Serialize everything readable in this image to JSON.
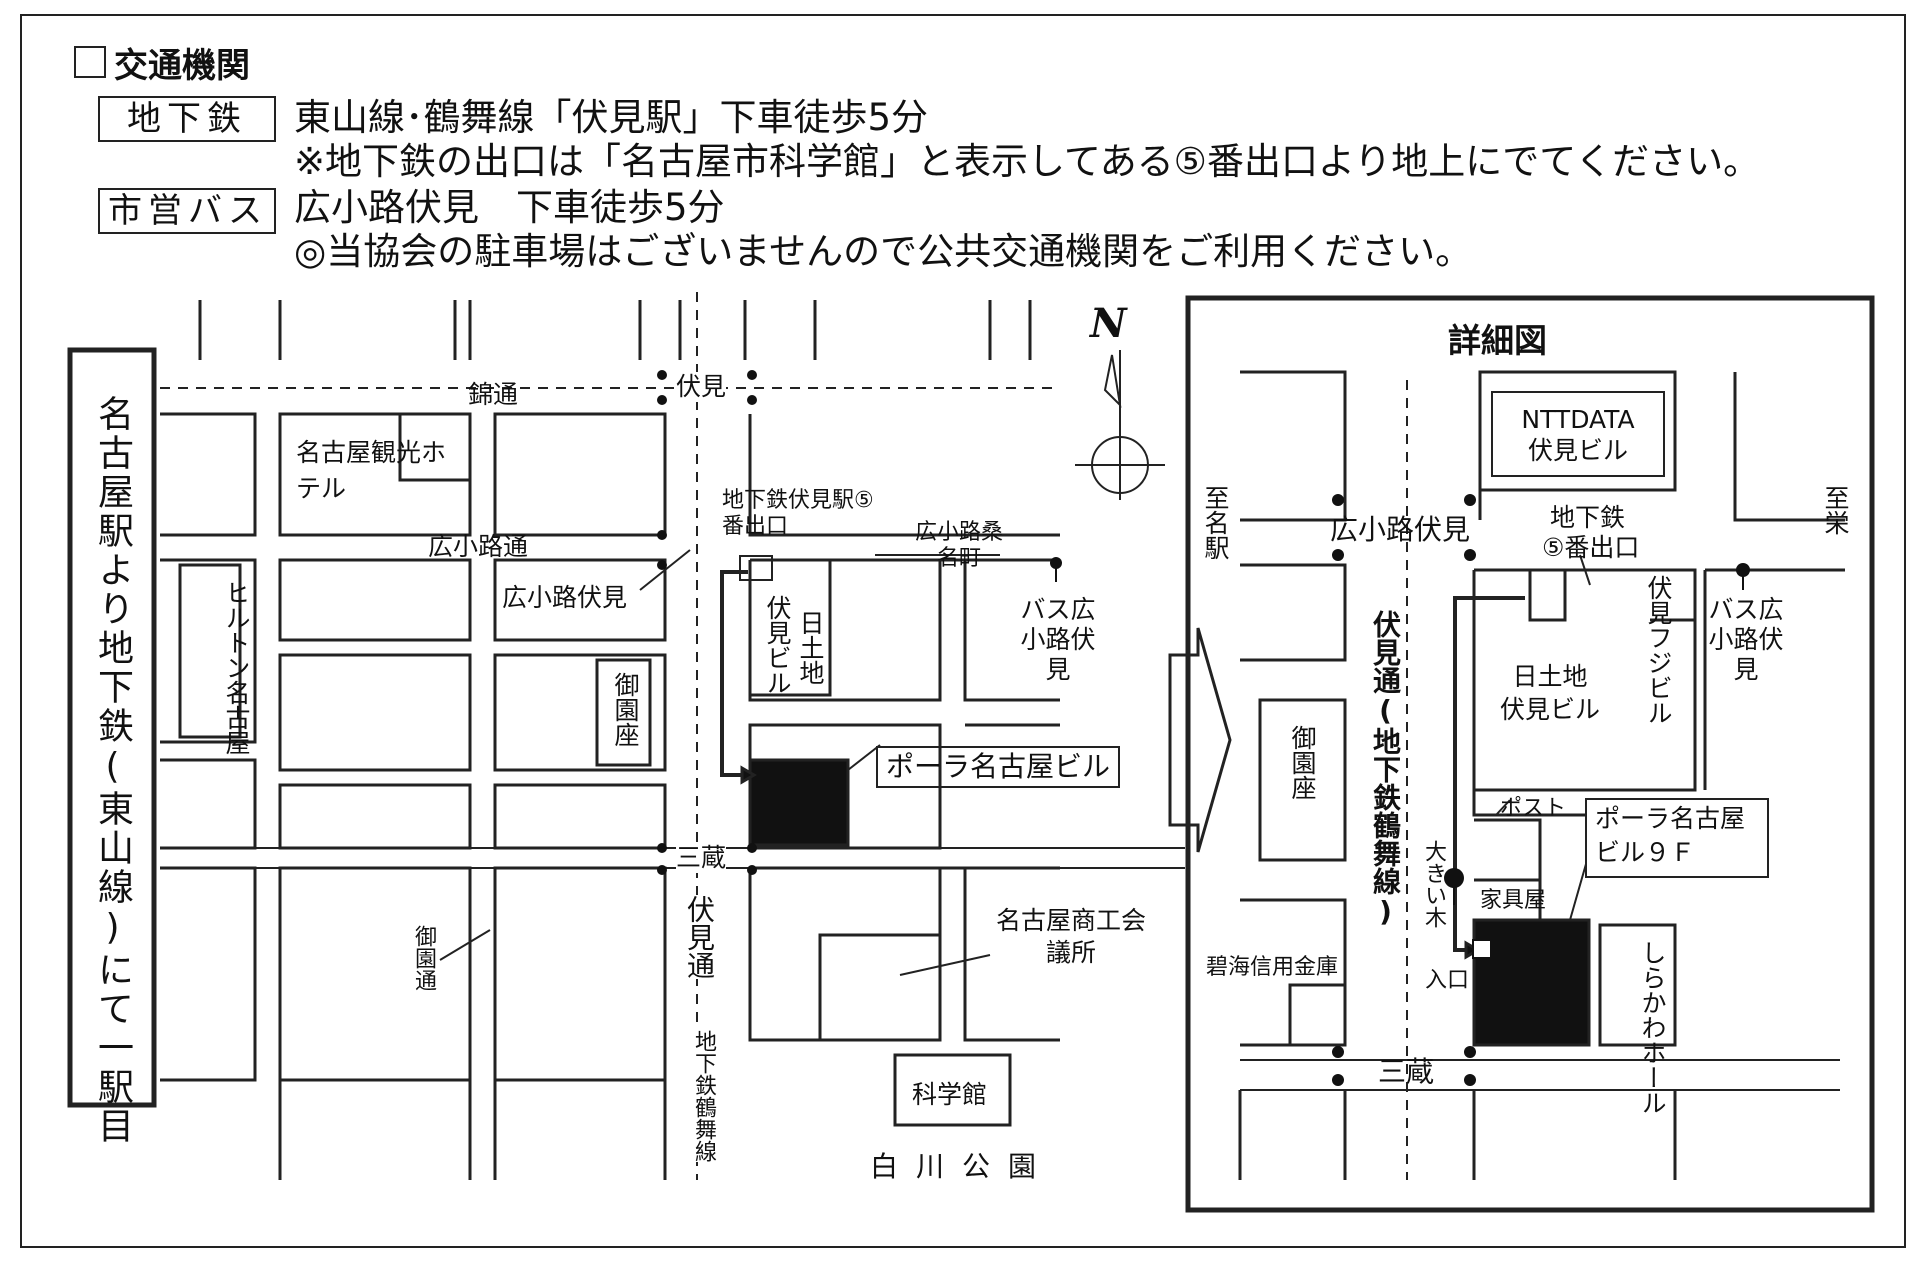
{
  "header": {
    "title": "交通機関",
    "subway_tag": "地下鉄",
    "subway_line": "東山線･鶴舞線「伏見駅」下車徒歩5分",
    "subway_note": "※地下鉄の出口は「名古屋市科学館」と表示してある⑤番出口より地上にでてください。",
    "bus_tag": "市営バス",
    "bus_line": "広小路伏見　下車徒歩5分",
    "parking_note": "◎当協会の駐車場はございませんので公共交通機関をご利用ください。"
  },
  "overview_map": {
    "station_banner": "名古屋駅より地下鉄(東山線)にて一駅目",
    "north_label": "N",
    "labels": {
      "nishiki": "錦通",
      "fushimi_top": "伏見",
      "kanko_hotel": "名古屋観光ホテル",
      "hirokoji_dori": "広小路通",
      "hirokoji_fushimi": "広小路伏見",
      "hilton": "ヒルトン名古屋",
      "misonoza": "御園座",
      "exit": "地下鉄伏見駅⑤番出口",
      "kuwanacho": "広小路桑名町",
      "bus_stop": "バス広小路伏見",
      "fushimi_bldg": "伏見ビル",
      "nittochi": "日土地",
      "pola": "ポーラ名古屋ビル",
      "sanzo": "三蔵",
      "fushimi_dori": "伏見通",
      "tsurumai_sub": "地下鉄鶴舞線",
      "misono_dori": "御園通",
      "chamber": "名古屋商工会議所",
      "science_museum": "科学館",
      "park": "白川公園"
    }
  },
  "detail_map": {
    "title": "詳細図",
    "ntt_line1": "NTTDATA",
    "ntt_line2": "伏見ビル",
    "to_nagoya": "至名駅",
    "to_sakae": "至栄",
    "hirokoji_fushimi": "広小路伏見",
    "exit_line1": "地下鉄",
    "exit_line2": "⑤番出口",
    "fushimi_dori": "伏見通(地下鉄鶴舞線)",
    "fushimi_fuji": "伏見フジビル",
    "nittochi_line1": "日土地",
    "nittochi_line2": "伏見ビル",
    "bus_stop": "バス広小路伏見",
    "misonoza": "御園座",
    "post": "ポスト",
    "pola_line1": "ポーラ名古屋",
    "pola_line2": "ビル９Ｆ",
    "big_tree": "大きい木",
    "furniture": "家具屋",
    "entrance": "入口",
    "shinkin": "碧海信用金庫",
    "shirakawa_hall": "しらかわホール",
    "sanzo": "三蔵"
  }
}
